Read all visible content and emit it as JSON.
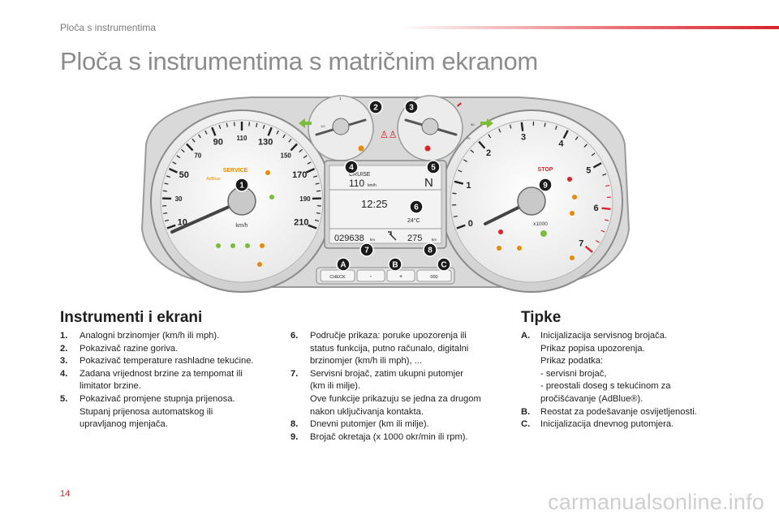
{
  "header": {
    "title": "Ploča s instrumentima"
  },
  "page_title": "Ploča s instrumentima s matričnim ekranom",
  "cluster": {
    "callouts": [
      "1",
      "2",
      "3",
      "4",
      "5",
      "6",
      "7",
      "8",
      "9",
      "A",
      "B",
      "C"
    ],
    "speedo_ticks": [
      "10",
      "30",
      "50",
      "70",
      "90",
      "110",
      "130",
      "150",
      "170",
      "190",
      "210"
    ],
    "speedo_unit": "km/h",
    "service_label": "SERVICE",
    "adblue_label": "AdBlue",
    "tacho_ticks": [
      "0",
      "1",
      "2",
      "3",
      "4",
      "5",
      "6",
      "7"
    ],
    "tacho_unit": "x1000",
    "stop_label": "STOP",
    "fuel_labels": [
      "1/2",
      "1"
    ],
    "temp_labels": [
      "90",
      "70"
    ],
    "display": {
      "cruise_label": "CRUISE",
      "cruise_speed": "110",
      "cruise_unit": "km/h",
      "gear": "N",
      "time": "12:25",
      "temp": "24°C",
      "odometer": "029638",
      "odo_unit": "km",
      "range": "275",
      "range_unit": "km"
    },
    "buttons": {
      "check": "CHECK",
      "minus": "-",
      "plus": "+",
      "trip": "000"
    }
  },
  "sections": {
    "instruments": "Instrumenti i ekrani",
    "buttons": "Tipke"
  },
  "instruments_col1": [
    {
      "num": "1.",
      "text": "Analogni brzinomjer (km/h ili mph)."
    },
    {
      "num": "2.",
      "text": "Pokazivač razine goriva."
    },
    {
      "num": "3.",
      "text": "Pokazivač temperature rashladne tekućine."
    },
    {
      "num": "4.",
      "text": "Zadana vrijednost brzine za tempomat ili\nlimitator brzine."
    },
    {
      "num": "5.",
      "text": "Pokazivač promjene stupnja prijenosa.\nStupanj prijenosa automatskog ili\nupravljanog mjenjača."
    }
  ],
  "instruments_col2": [
    {
      "num": "6.",
      "text": "Područje prikaza: poruke upozorenja ili\nstatus funkcija, putno računalo, digitalni\nbrzinomjer (km/h ili mph), ..."
    },
    {
      "num": "7.",
      "text": "Servisni brojač, zatim ukupni putomjer\n(km ili milje).\nOve funkcije prikazuju se jedna za drugom\nnakon uključivanja kontakta."
    },
    {
      "num": "8.",
      "text": "Dnevni putomjer (km ili milje)."
    },
    {
      "num": "9.",
      "text": "Brojač okretaja (x 1000 okr/min ili rpm)."
    }
  ],
  "buttons_col": [
    {
      "num": "A.",
      "text": "Inicijalizacija servisnog brojača.\nPrikaz popisa upozorenja.\nPrikaz podatka:\n-  servisni brojač,\n-  preostali doseg s tekućinom za\n    pročišćavanje (AdBlue®)."
    },
    {
      "num": "B.",
      "text": "Reostat za podešavanje osvijetljenosti."
    },
    {
      "num": "C.",
      "text": "Inicijalizacija dnevnog putomjera."
    }
  ],
  "page_number": "14",
  "watermark": "carmanualsonline.info"
}
